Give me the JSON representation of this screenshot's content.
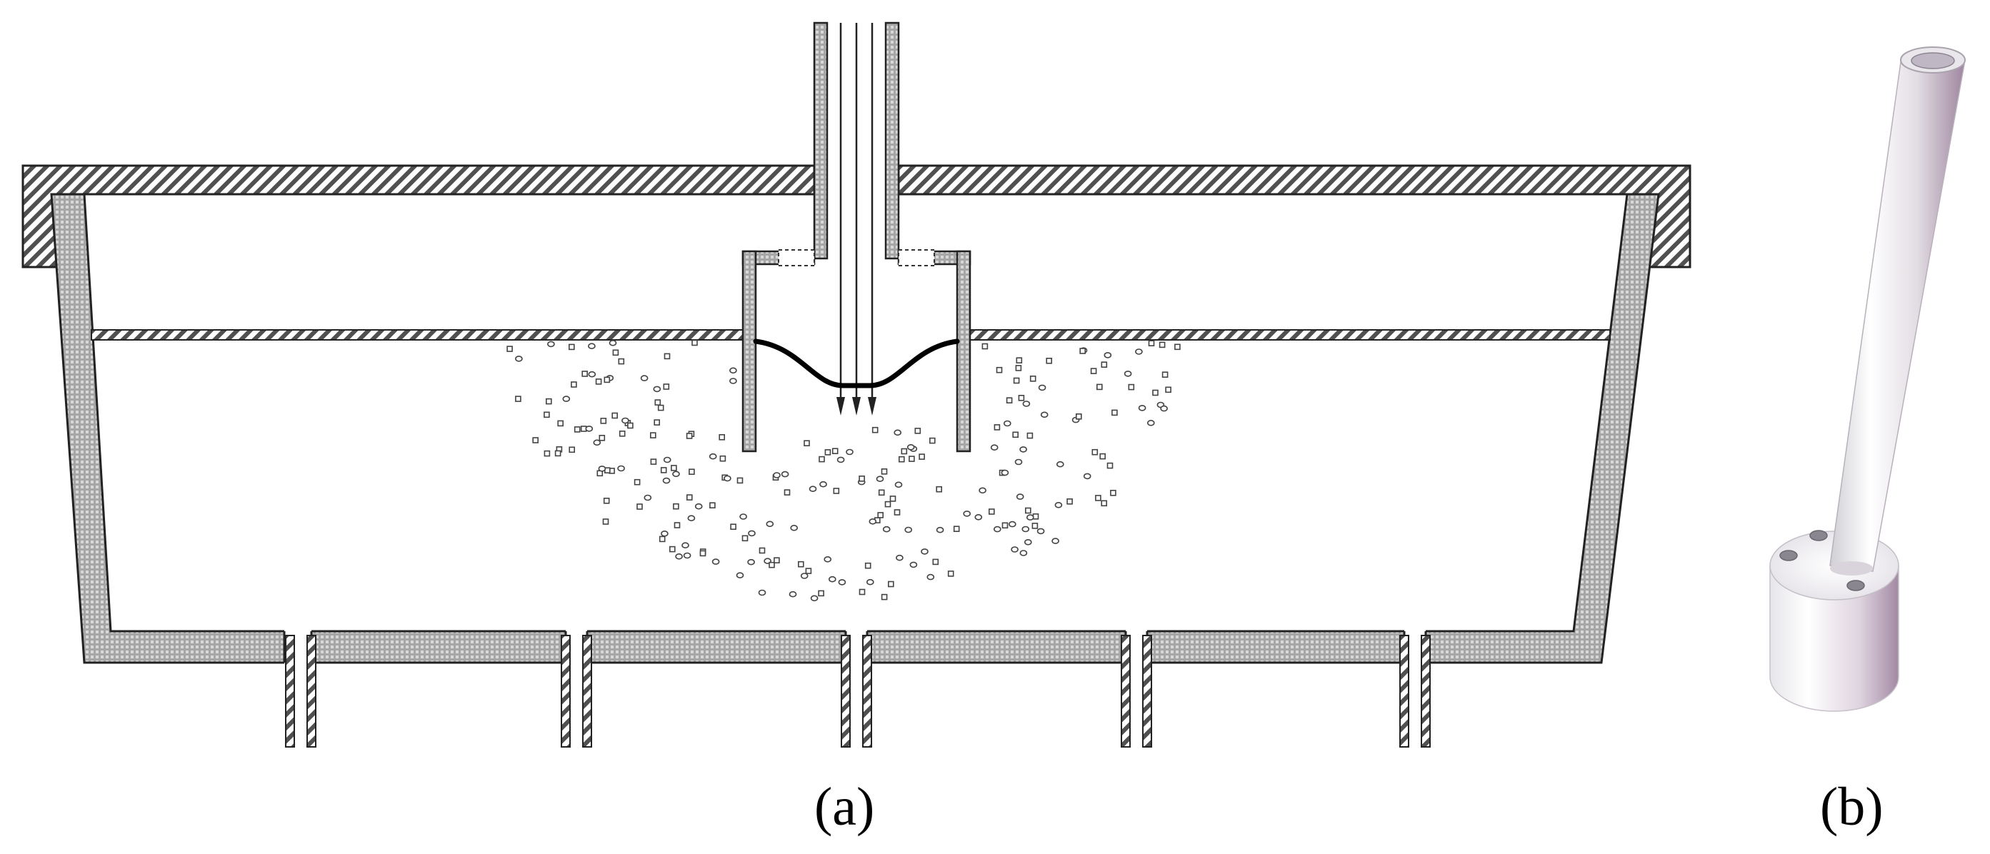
{
  "figure": {
    "panels": [
      {
        "id": "a",
        "label": "(a)"
      },
      {
        "id": "b",
        "label": "(b)"
      }
    ],
    "colors": {
      "hatch": "#505050",
      "brick_fill": "#9a9a9a",
      "brick_line": "#3c3c3c",
      "outline": "#222222",
      "membrane": "#000000",
      "tube_light": "#ffffff",
      "tube_shade": "#b898b4"
    }
  }
}
